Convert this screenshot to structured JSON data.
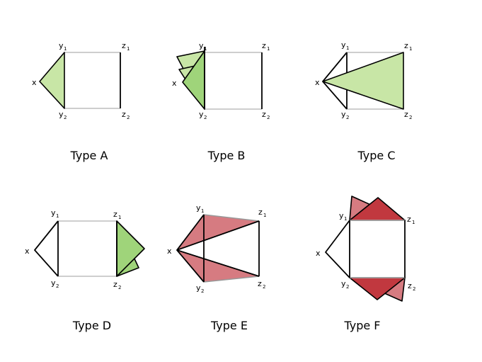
{
  "labels": {
    "x": "x",
    "y": "y",
    "z": "z",
    "sub1": "1",
    "sub2": "2"
  },
  "panels": [
    {
      "id": "A",
      "caption": "Type A"
    },
    {
      "id": "B",
      "caption": "Type B"
    },
    {
      "id": "C",
      "caption": "Type C"
    },
    {
      "id": "D",
      "caption": "Type D"
    },
    {
      "id": "E",
      "caption": "Type E"
    },
    {
      "id": "F",
      "caption": "Type F"
    }
  ],
  "colors": {
    "green_fill": "#c8e6a6",
    "green_dark": "#9fd47a",
    "red_fill": "#d67b81",
    "red_dark": "#c1383f",
    "light_edge": "#bdbdbd"
  }
}
